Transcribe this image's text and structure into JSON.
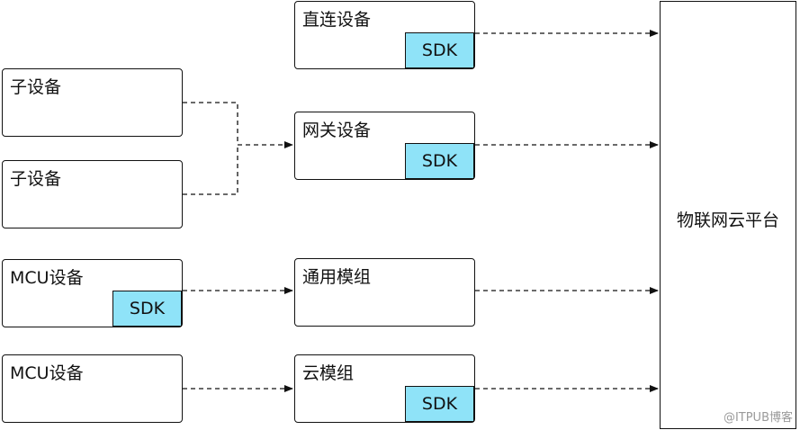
{
  "nodes": {
    "direct": {
      "label": "直连设备",
      "sdk": "SDK"
    },
    "sub1": {
      "label": "子设备"
    },
    "sub2": {
      "label": "子设备"
    },
    "gateway": {
      "label": "网关设备",
      "sdk": "SDK"
    },
    "mcu1": {
      "label": "MCU设备",
      "sdk": "SDK"
    },
    "module": {
      "label": "通用模组"
    },
    "mcu2": {
      "label": "MCU设备"
    },
    "cloud_module": {
      "label": "云模组",
      "sdk": "SDK"
    },
    "platform": {
      "label": "物联网云平台"
    }
  },
  "watermark": "@ITPUB博客",
  "colors": {
    "sdk_fill": "#8fe3f8",
    "line": "#111111"
  }
}
